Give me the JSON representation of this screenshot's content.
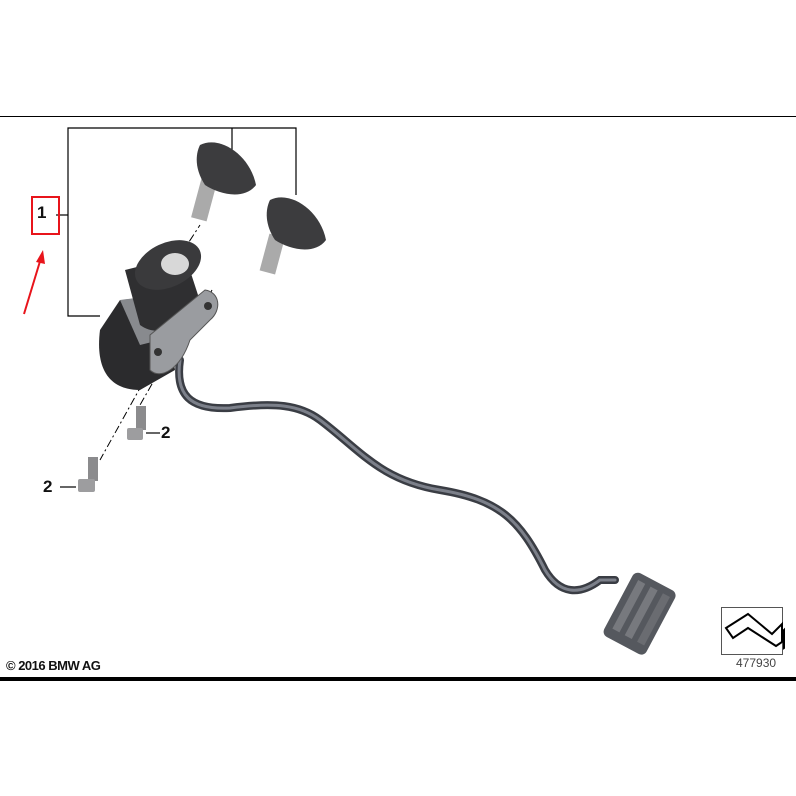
{
  "diagram": {
    "callouts": [
      {
        "id": "1",
        "label": "1",
        "highlighted": true,
        "highlight_color": "#e8141b"
      },
      {
        "id": "2a",
        "label": "2"
      },
      {
        "id": "2b",
        "label": "2"
      }
    ],
    "copyright": "© 2016 BMW AG",
    "reference_number": "477930",
    "reference_icon": "arrow-bent-icon"
  },
  "colors": {
    "highlight": "#e8141b",
    "part_dark": "#2e2e30",
    "cable": "#4a4d55"
  }
}
